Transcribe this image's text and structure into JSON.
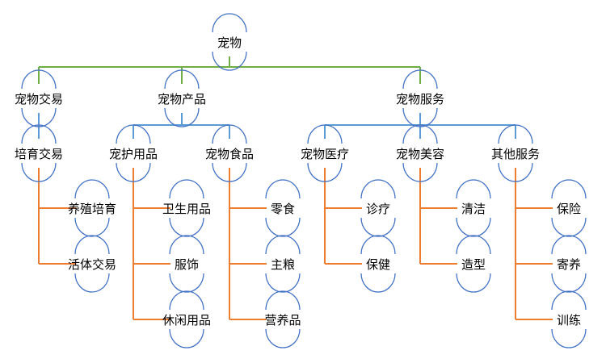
{
  "colors": {
    "level1": "#70ad47",
    "level2": "#5b9bd5",
    "level3": "#ed7d31",
    "node_arc": "#4472c4"
  },
  "root": "宠物",
  "categories": [
    {
      "label": "宠物交易",
      "children": [
        {
          "label": "培育交易",
          "leaves": [
            "养殖培育",
            "活体交易"
          ]
        }
      ]
    },
    {
      "label": "宠物产品",
      "children": [
        {
          "label": "宠护用品",
          "leaves": [
            "卫生用品",
            "服饰",
            "休闲用品"
          ]
        },
        {
          "label": "宠物食品",
          "leaves": [
            "零食",
            "主粮",
            "营养品"
          ]
        }
      ]
    },
    {
      "label": "宠物服务",
      "children": [
        {
          "label": "宠物医疗",
          "leaves": [
            "诊疗",
            "保健"
          ]
        },
        {
          "label": "宠物美容",
          "leaves": [
            "清洁",
            "造型"
          ]
        },
        {
          "label": "其他服务",
          "leaves": [
            "保险",
            "寄养",
            "训练"
          ]
        }
      ]
    }
  ]
}
